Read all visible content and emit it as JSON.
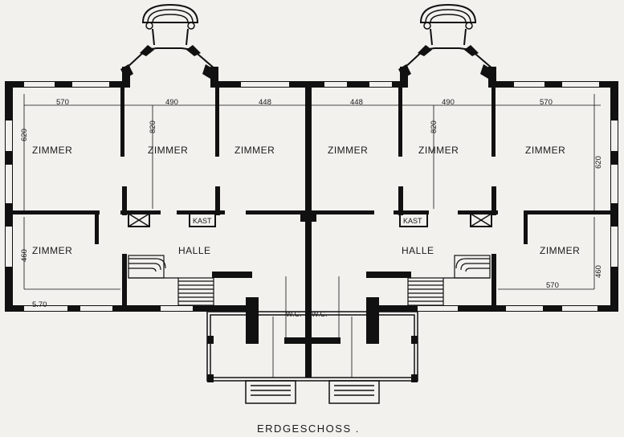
{
  "plan": {
    "title": "ERDGESCHOSS .",
    "rooms_left": {
      "zimmer_1": "ZIMMER",
      "zimmer_2": "ZIMMER",
      "zimmer_3": "ZIMMER",
      "zimmer_4": "ZIMMER",
      "halle": "HALLE",
      "kast": "KAST",
      "wc": "W.C."
    },
    "rooms_right": {
      "zimmer_1": "ZIMMER",
      "zimmer_2": "ZIMMER",
      "zimmer_3": "ZIMMER",
      "zimmer_4": "ZIMMER",
      "halle": "HALLE",
      "kast": "KAST",
      "wc": "W.C."
    },
    "dimensions": {
      "d_570_top_left": "570",
      "d_490_top_left": "490",
      "d_448_left": "448",
      "d_448_right": "448",
      "d_490_top_right": "490",
      "d_570_top_right": "570",
      "d_620_left": "620",
      "d_620_right": "620",
      "d_820_left": "820",
      "d_820_right": "820",
      "d_460_left": "460",
      "d_460_right": "460",
      "d_570_bottom_left": "5.70",
      "d_570_bottom_right": "570"
    }
  }
}
